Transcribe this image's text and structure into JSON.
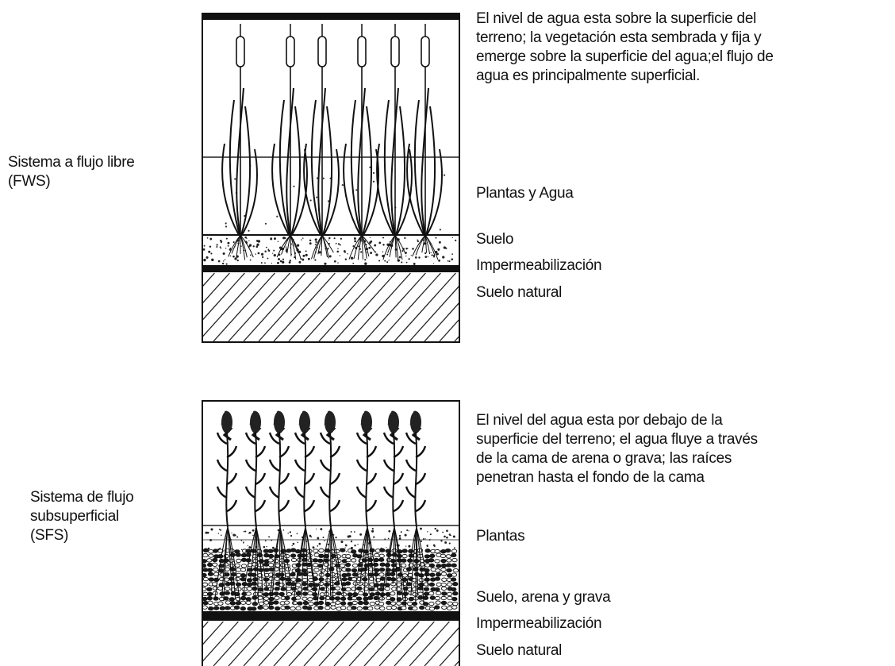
{
  "fws": {
    "system_label": "Sistema a flujo libre\n(FWS)",
    "description": "El nivel de agua esta sobre la superficie del\nterreno; la vegetación esta sembrada y fija y\nemerge sobre la superficie del agua;el flujo de\nagua es principalmente superficial.",
    "layers": [
      "Plantas y Agua",
      "Suelo",
      "Impermeabilización",
      "Suelo natural"
    ]
  },
  "sfs": {
    "system_label": "Sistema de flujo\nsubsuperficial\n(SFS)",
    "description": "El nivel del agua esta por debajo de la\nsuperficie del terreno; el agua fluye a través\nde la cama de arena o grava; las raíces\npenetran hasta el fondo de la cama",
    "layers": [
      "Plantas",
      "Suelo, arena y grava",
      "Impermeabilización",
      "Suelo natural"
    ]
  }
}
